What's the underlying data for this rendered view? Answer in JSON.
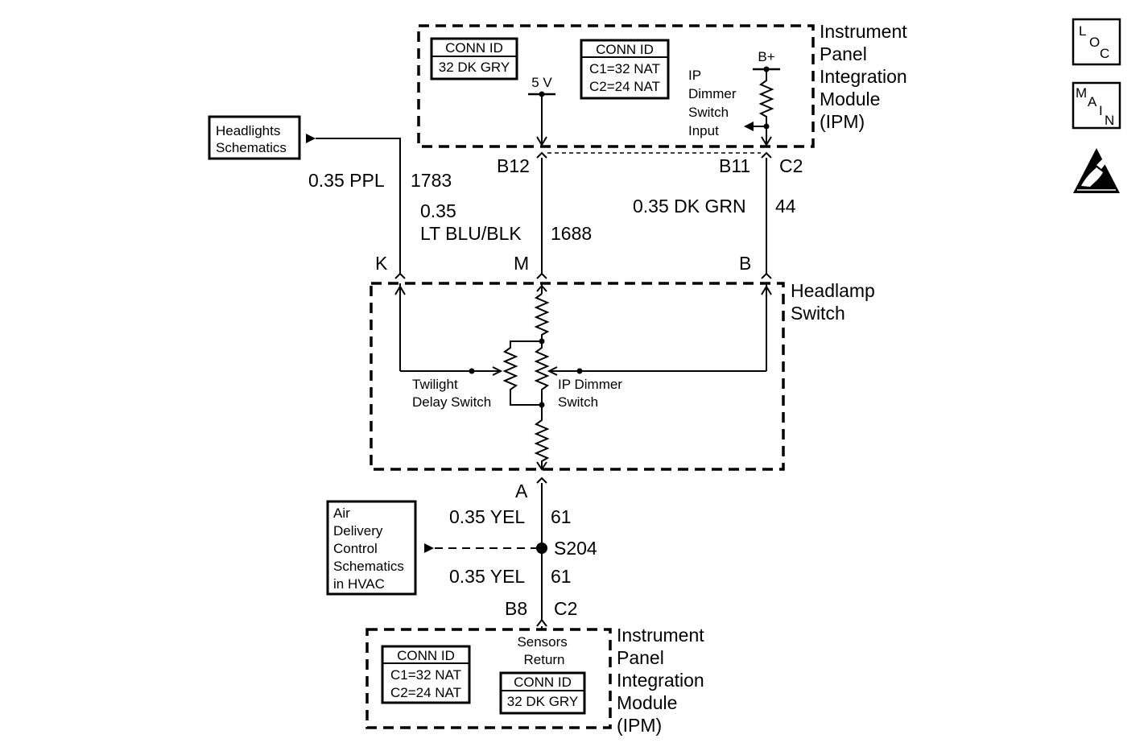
{
  "top_module": {
    "title_lines": [
      "Instrument",
      "Panel",
      "Integration",
      "Module",
      "(IPM)"
    ],
    "conn1": {
      "header": "CONN ID",
      "lines": [
        "32 DK GRY"
      ]
    },
    "conn2": {
      "header": "CONN ID",
      "lines": [
        "C1=32 NAT",
        "C2=24 NAT"
      ]
    },
    "voltage": "5 V",
    "battery": "B+",
    "input_label": [
      "IP",
      "Dimmer",
      "Switch",
      "Input"
    ]
  },
  "headlights_ref": [
    "Headlights",
    "Schematics"
  ],
  "pins_top": {
    "b12": "B12",
    "b11": "B11",
    "c2": "C2"
  },
  "wires": {
    "k_wire": {
      "color": "0.35 PPL",
      "circuit": "1783"
    },
    "m_wire": {
      "size": "0.35",
      "color": "LT BLU/BLK",
      "circuit": "1688"
    },
    "b_wire": {
      "color": "0.35 DK GRN",
      "circuit": "44"
    },
    "a_wire": {
      "color": "0.35 YEL",
      "circuit": "61"
    },
    "b8_wire": {
      "color": "0.35 YEL",
      "circuit": "61"
    }
  },
  "headlamp_switch": {
    "title_lines": [
      "Headlamp",
      "Switch"
    ],
    "pins": {
      "k": "K",
      "m": "M",
      "b": "B",
      "a": "A"
    },
    "twilight": [
      "Twilight",
      "Delay Switch"
    ],
    "dimmer": [
      "IP Dimmer",
      "Switch"
    ]
  },
  "splice": "S204",
  "air_ref": [
    "Air",
    "Delivery",
    "Control",
    "Schematics",
    "in HVAC"
  ],
  "pins_bottom": {
    "b8": "B8",
    "c2": "C2"
  },
  "bottom_module": {
    "title_lines": [
      "Instrument",
      "Panel",
      "Integration",
      "Module",
      "(IPM)"
    ],
    "conn1": {
      "header": "CONN ID",
      "lines": [
        "C1=32 NAT",
        "C2=24 NAT"
      ]
    },
    "conn2": {
      "header": "CONN ID",
      "lines": [
        "32 DK GRY"
      ]
    },
    "sensors": [
      "Sensors",
      "Return"
    ]
  },
  "icons": {
    "loc": [
      "L",
      "O",
      "C"
    ],
    "main": [
      "M",
      "A",
      "I",
      "N"
    ],
    "esd": "esd-warning-icon"
  }
}
